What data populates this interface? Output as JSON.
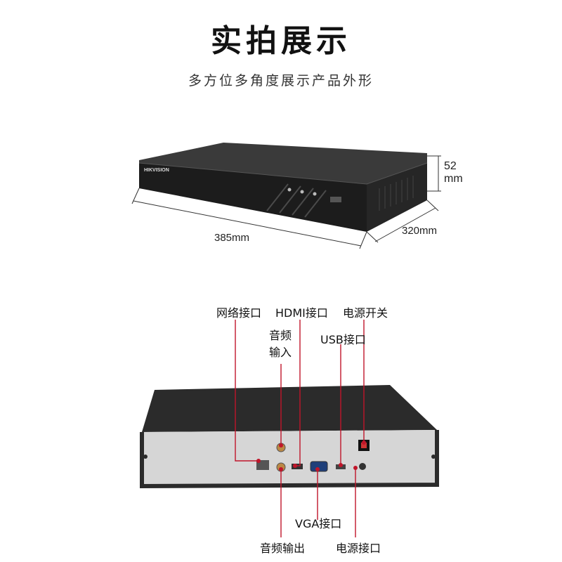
{
  "header": {
    "title": "实拍展示",
    "subtitle": "多方位多角度展示产品外形"
  },
  "front_view": {
    "brand_logo_text": "HIKVISION",
    "dimensions": {
      "height_value": "52",
      "height_unit": "mm",
      "width": "385mm",
      "depth": "320mm"
    }
  },
  "rear_view": {
    "ports_top": {
      "network": "网络接口",
      "hdmi": "HDMI接口",
      "power_switch": "电源开关",
      "audio_in_line1": "音频",
      "audio_in_line2": "输入",
      "usb": "USB接口"
    },
    "ports_bottom": {
      "vga": "VGA接口",
      "audio_out": "音频输出",
      "power_port": "电源接口"
    }
  },
  "colors": {
    "callout_line": "#c0152a",
    "device_body": "#2a2a2a",
    "rear_panel": "#d9d9d9"
  }
}
